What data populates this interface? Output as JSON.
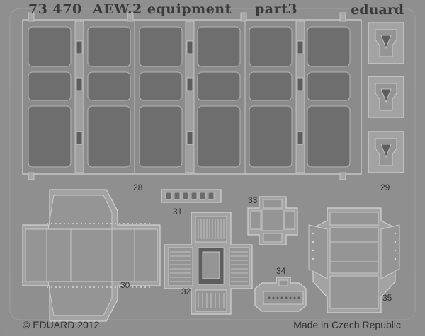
{
  "header": {
    "product_code": "73 470",
    "title_text": "AEW.2 equipment",
    "part": "part3",
    "brand": "eduard"
  },
  "part_numbers": [
    "28",
    "29",
    "30",
    "31",
    "32",
    "33",
    "34",
    "35"
  ],
  "footer": {
    "copyright": "© EDUARD 2012",
    "origin": "Made in Czech Republic"
  }
}
